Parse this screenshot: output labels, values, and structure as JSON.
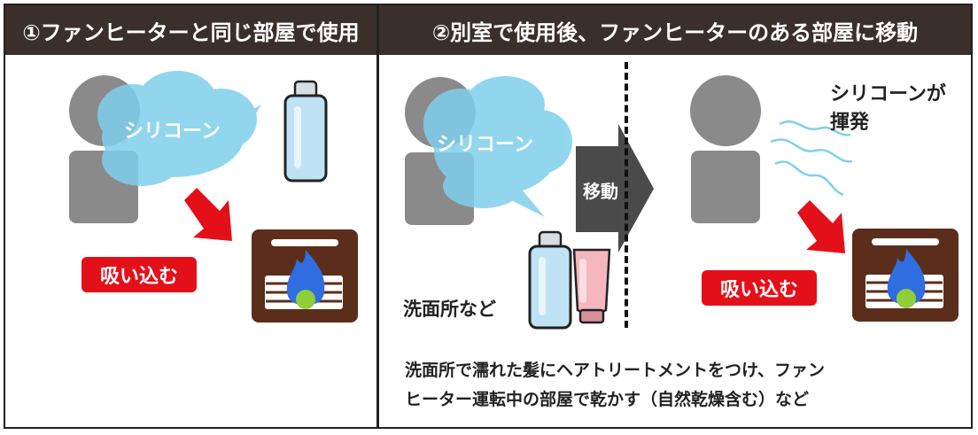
{
  "panel1": {
    "header": "①ファンヒーターと同じ部屋で使用",
    "cloud_label": "シリコーン",
    "inhale_label": "吸い込む"
  },
  "panel2": {
    "header": "②別室で使用後、ファンヒーターのある部屋に移動",
    "cloud_label": "シリコーン",
    "move_label": "移動",
    "location_label": "洗面所など",
    "volatilize_line1": "シリコーンが",
    "volatilize_line2": "揮発",
    "inhale_label": "吸い込む",
    "caption_line1": "洗面所で濡れた髪にヘアトリートメントをつけ、ファン",
    "caption_line2": "ヒーター運転中の部屋で乾かす（自然乾燥含む）など"
  },
  "colors": {
    "header_bg": "#3a2f2a",
    "person": "#8a8a8a",
    "cloud": "#7fd0ec",
    "red": "#e3101a",
    "heater": "#5a2e1a",
    "flame": "#2f6de0",
    "flame_core": "#8fce3a",
    "spray": "#bfe3f4",
    "tube": "#f3b7bd"
  },
  "icons": [
    "person-icon",
    "spray-can-icon",
    "fan-heater-icon",
    "tube-icon",
    "vapor-waves-icon",
    "red-arrow-icon",
    "move-arrow-icon"
  ]
}
